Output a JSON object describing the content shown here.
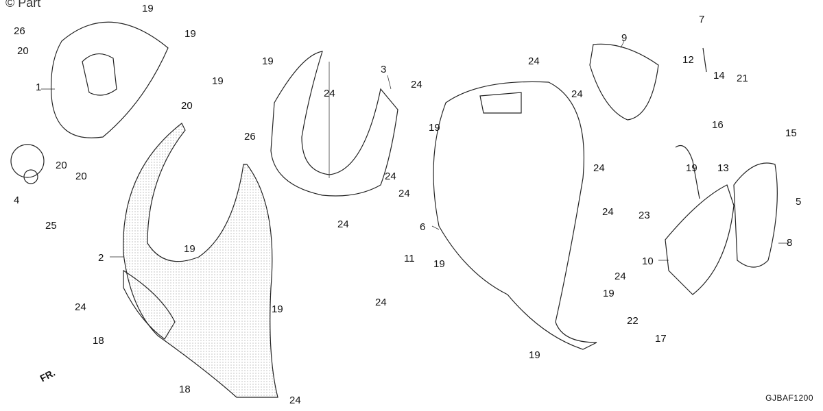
{
  "watermark": "© Part",
  "diagram_code": "GJBAF1200",
  "front_marker": "FR.",
  "callouts": [
    {
      "id": "c1",
      "text": "1"
    },
    {
      "id": "c2",
      "text": "2"
    },
    {
      "id": "c3",
      "text": "3"
    },
    {
      "id": "c4",
      "text": "4"
    },
    {
      "id": "c5",
      "text": "5"
    },
    {
      "id": "c6",
      "text": "6"
    },
    {
      "id": "c7",
      "text": "7"
    },
    {
      "id": "c8",
      "text": "8"
    },
    {
      "id": "c9",
      "text": "9"
    },
    {
      "id": "c10",
      "text": "10"
    },
    {
      "id": "c11",
      "text": "11"
    },
    {
      "id": "c12",
      "text": "12"
    },
    {
      "id": "c13",
      "text": "13"
    },
    {
      "id": "c14",
      "text": "14"
    },
    {
      "id": "c15",
      "text": "15"
    },
    {
      "id": "c16",
      "text": "16"
    },
    {
      "id": "c17",
      "text": "17"
    },
    {
      "id": "c18a",
      "text": "18"
    },
    {
      "id": "c18b",
      "text": "18"
    },
    {
      "id": "c19a",
      "text": "19"
    },
    {
      "id": "c19b",
      "text": "19"
    },
    {
      "id": "c19c",
      "text": "19"
    },
    {
      "id": "c19d",
      "text": "19"
    },
    {
      "id": "c19e",
      "text": "19"
    },
    {
      "id": "c19f",
      "text": "19"
    },
    {
      "id": "c19g",
      "text": "19"
    },
    {
      "id": "c19h",
      "text": "19"
    },
    {
      "id": "c19i",
      "text": "19"
    },
    {
      "id": "c19j",
      "text": "19"
    },
    {
      "id": "c19k",
      "text": "19"
    },
    {
      "id": "c20a",
      "text": "20"
    },
    {
      "id": "c20b",
      "text": "20"
    },
    {
      "id": "c20c",
      "text": "20"
    },
    {
      "id": "c20d",
      "text": "20"
    },
    {
      "id": "c21",
      "text": "21"
    },
    {
      "id": "c22",
      "text": "22"
    },
    {
      "id": "c23",
      "text": "23"
    },
    {
      "id": "c24a",
      "text": "24"
    },
    {
      "id": "c24b",
      "text": "24"
    },
    {
      "id": "c24c",
      "text": "24"
    },
    {
      "id": "c24d",
      "text": "24"
    },
    {
      "id": "c24e",
      "text": "24"
    },
    {
      "id": "c24f",
      "text": "24"
    },
    {
      "id": "c24g",
      "text": "24"
    },
    {
      "id": "c24h",
      "text": "24"
    },
    {
      "id": "c24i",
      "text": "24"
    },
    {
      "id": "c24j",
      "text": "24"
    },
    {
      "id": "c24k",
      "text": "24"
    },
    {
      "id": "c24l",
      "text": "24"
    },
    {
      "id": "c24m",
      "text": "24"
    },
    {
      "id": "c25",
      "text": "25"
    },
    {
      "id": "c26a",
      "text": "26"
    },
    {
      "id": "c26b",
      "text": "26"
    }
  ]
}
